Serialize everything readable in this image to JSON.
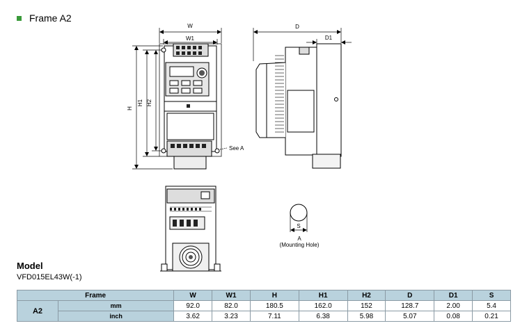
{
  "heading": "Frame A2",
  "model": {
    "label": "Model",
    "value": "VFD015EL43W(-1)"
  },
  "front_view": {
    "labels": {
      "w": "W",
      "w1": "W1",
      "h": "H",
      "h1": "H1",
      "h2": "H2",
      "see_a": "See A"
    }
  },
  "side_view": {
    "labels": {
      "d": "D",
      "d1": "D1"
    }
  },
  "hole_detail": {
    "s_label": "S",
    "a_label": "A",
    "caption": "(Mounting Hole)"
  },
  "table": {
    "frame_header": "Frame",
    "columns": [
      "W",
      "W1",
      "H",
      "H1",
      "H2",
      "D",
      "D1",
      "S"
    ],
    "frame": "A2",
    "rows": [
      {
        "unit": "mm",
        "values": [
          "92.0",
          "82.0",
          "180.5",
          "162.0",
          "152",
          "128.7",
          "2.00",
          "5.4"
        ]
      },
      {
        "unit": "inch",
        "values": [
          "3.62",
          "3.23",
          "7.11",
          "6.38",
          "5.98",
          "5.07",
          "0.08",
          "0.21"
        ]
      }
    ]
  }
}
